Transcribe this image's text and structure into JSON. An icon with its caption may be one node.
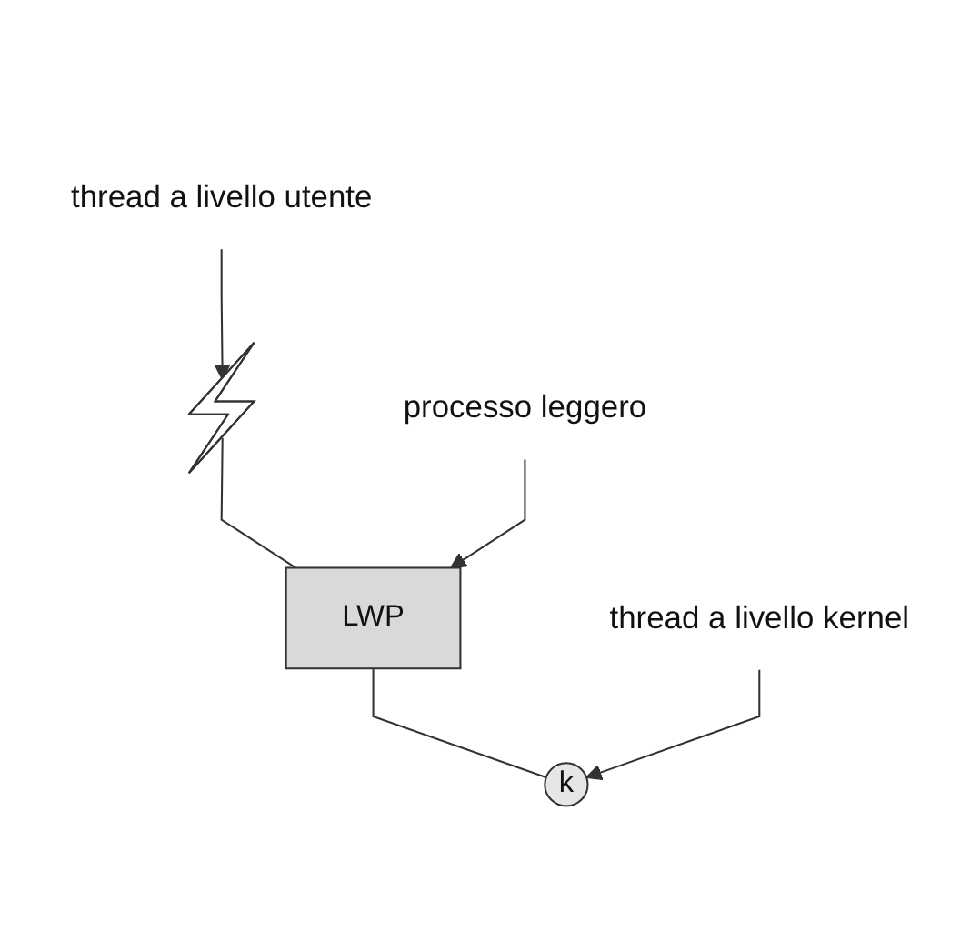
{
  "diagram": {
    "nodes": [
      {
        "text": [],
        "shape": "wave"
      },
      {
        "text": [
          "thread a livello utente"
        ]
      },
      {
        "text": [
          "LWP"
        ]
      },
      {
        "text": [
          "processo leggero"
        ]
      },
      {
        "text": [
          "k"
        ]
      },
      {
        "text": [
          "thread a livello kernel"
        ]
      }
    ],
    "edges": [
      {
        "from": 1,
        "to": 0,
        "arrow": "to"
      },
      {
        "from": 0,
        "to": 2,
        "arrow": "none"
      },
      {
        "from": 3,
        "to": 2,
        "arrow": "to"
      },
      {
        "from": 2,
        "to": 4,
        "arrow": "none"
      },
      {
        "from": 5,
        "to": 4,
        "arrow": "to"
      }
    ]
  }
}
